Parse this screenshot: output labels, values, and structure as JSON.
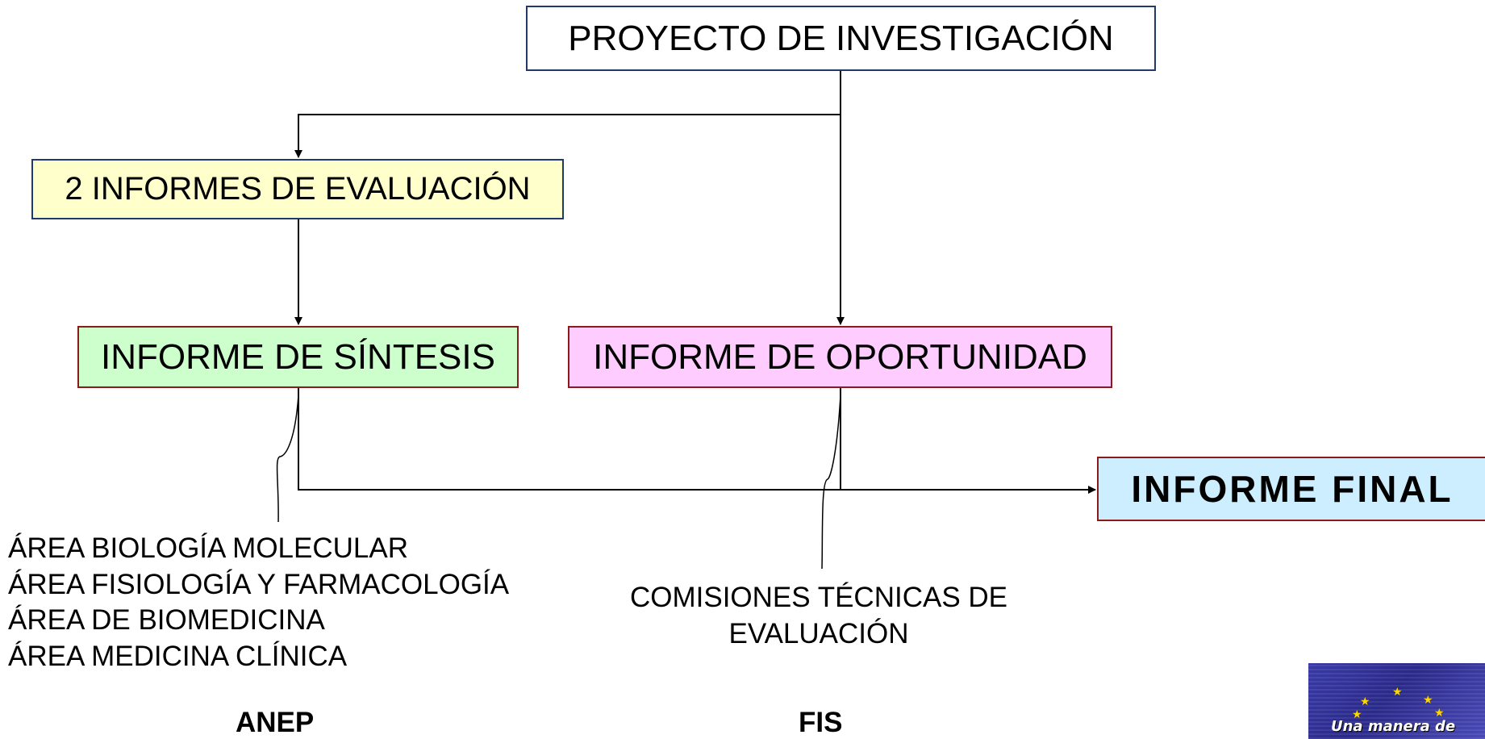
{
  "boxes": {
    "proyecto": "PROYECTO DE INVESTIGACIÓN",
    "informes_evaluacion": "2 INFORMES DE EVALUACIÓN",
    "sintesis": "INFORME DE SÍNTESIS",
    "oportunidad": "INFORME DE OPORTUNIDAD",
    "final": "INFORME FINAL"
  },
  "areas": [
    "ÁREA BIOLOGÍA MOLECULAR",
    "ÁREA FISIOLOGÍA Y FARMACOLOGÍA",
    "ÁREA DE BIOMEDICINA",
    "ÁREA MEDICINA CLÍNICA"
  ],
  "comisiones": [
    "COMISIONES TÉCNICAS DE",
    "EVALUACIÓN"
  ],
  "labels": {
    "anep": "ANEP",
    "fis": "FIS"
  },
  "logo": {
    "text": "Una manera de",
    "star_color": "#ffd700",
    "background": "#2a2a8a"
  },
  "colors": {
    "informes_fill": "#ffffcc",
    "sintesis_fill": "#ccffcc",
    "oportunidad_fill": "#ffccff",
    "final_fill": "#cceeff"
  }
}
